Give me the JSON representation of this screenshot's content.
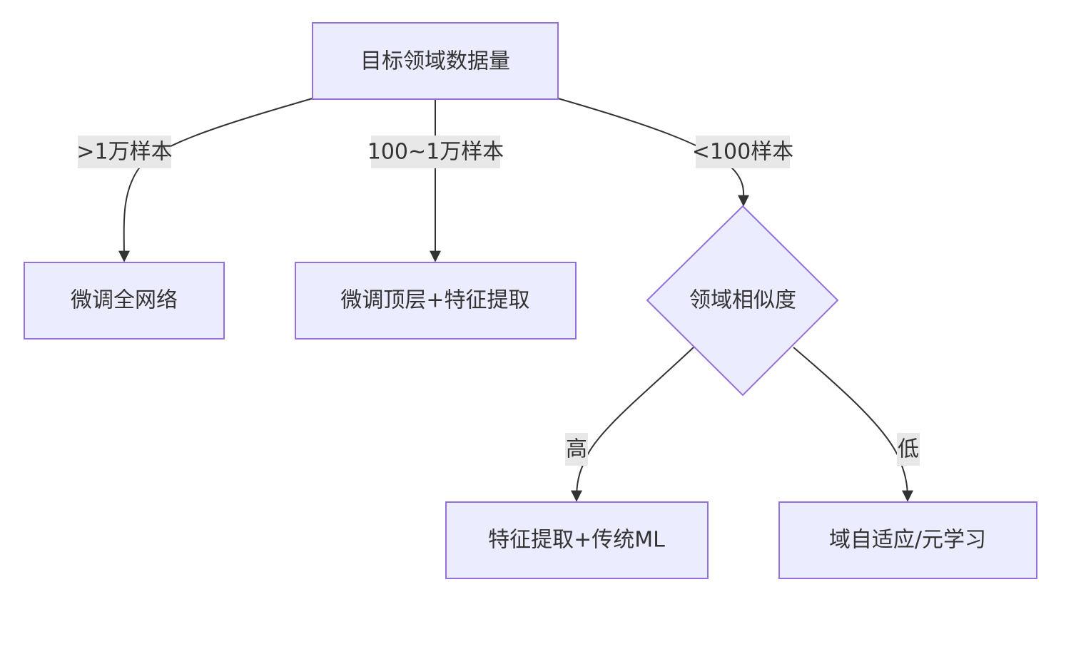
{
  "diagram": {
    "type": "flowchart",
    "colors": {
      "node_fill": "#ececff",
      "node_border": "#9370db",
      "edge": "#333333",
      "edge_label_bg": "#e8e8e8",
      "text": "#333333"
    },
    "nodes": {
      "root": "目标领域数据量",
      "full": "微调全网络",
      "top": "微调顶层+特征提取",
      "sim": "领域相似度",
      "ml": "特征提取+传统ML",
      "da": "域自适应/元学习"
    },
    "edges": {
      "e1": ">1万样本",
      "e2": "100~1万样本",
      "e3": "<100样本",
      "e4": "高",
      "e5": "低"
    }
  }
}
